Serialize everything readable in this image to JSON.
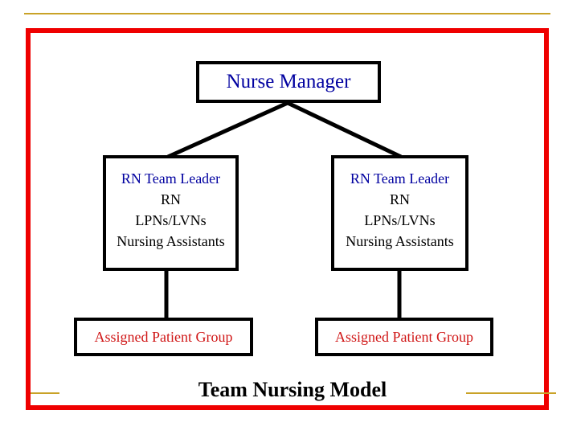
{
  "slide": {
    "caption": "Team Nursing Model",
    "background_color": "#ffffff"
  },
  "frame": {
    "border_color": "#ef0000",
    "accent_color": "#c9a227"
  },
  "colors": {
    "title_blue": "#0000a0",
    "body_black": "#000000",
    "patient_red": "#d01616",
    "box_border": "#000000"
  },
  "diagram": {
    "type": "organizational-chart",
    "nodes": [
      {
        "id": "nurse-manager",
        "title": "Nurse Manager",
        "title_color": "#0000a0",
        "lines": []
      },
      {
        "id": "team-left",
        "title": "RN Team Leader",
        "title_color": "#0000a0",
        "lines": [
          "RN",
          "LPNs/LVNs",
          "Nursing Assistants"
        ]
      },
      {
        "id": "team-right",
        "title": "RN Team Leader",
        "title_color": "#0000a0",
        "lines": [
          "RN",
          "LPNs/LVNs",
          "Nursing Assistants"
        ]
      },
      {
        "id": "patients-left",
        "title": "Assigned Patient Group",
        "title_color": "#d01616",
        "lines": []
      },
      {
        "id": "patients-right",
        "title": "Assigned Patient Group",
        "title_color": "#d01616",
        "lines": []
      }
    ],
    "edges": [
      {
        "from": "nurse-manager",
        "to": "team-left"
      },
      {
        "from": "nurse-manager",
        "to": "team-right"
      },
      {
        "from": "team-left",
        "to": "patients-left"
      },
      {
        "from": "team-right",
        "to": "patients-right"
      }
    ]
  }
}
